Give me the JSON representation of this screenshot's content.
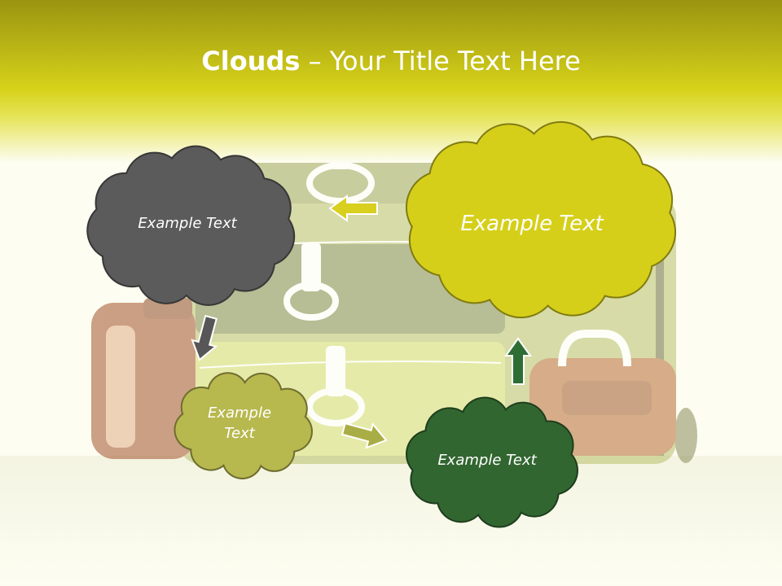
{
  "slide": {
    "title_bold": "Clouds",
    "title_rest": " – Your Title Text Here"
  },
  "colors": {
    "header_top": "#9a9410",
    "header_band": "#d8d41a",
    "background": "#fdfdf2",
    "cloud_gray": "#5b5b5b",
    "cloud_yellow": "#d6cf1a",
    "cloud_olive": "#b7b84e",
    "cloud_green": "#326630",
    "arrow_yellow": "#d8cf1f",
    "arrow_gray": "#575757",
    "arrow_olive": "#a9ad45",
    "arrow_green": "#2e6e35"
  },
  "clouds": [
    {
      "text": "Example Text",
      "color": "#5b5b5b"
    },
    {
      "text": "Example Text",
      "color": "#d6cf1a"
    },
    {
      "text": "Example Text",
      "color": "#b7b84e"
    },
    {
      "text": "Example Text",
      "color": "#326630"
    }
  ],
  "arrows": [
    {
      "direction": "left",
      "color": "#d8cf1f"
    },
    {
      "direction": "down",
      "color": "#575757"
    },
    {
      "direction": "right",
      "color": "#a9ad45"
    },
    {
      "direction": "up",
      "color": "#2e6e35"
    }
  ]
}
